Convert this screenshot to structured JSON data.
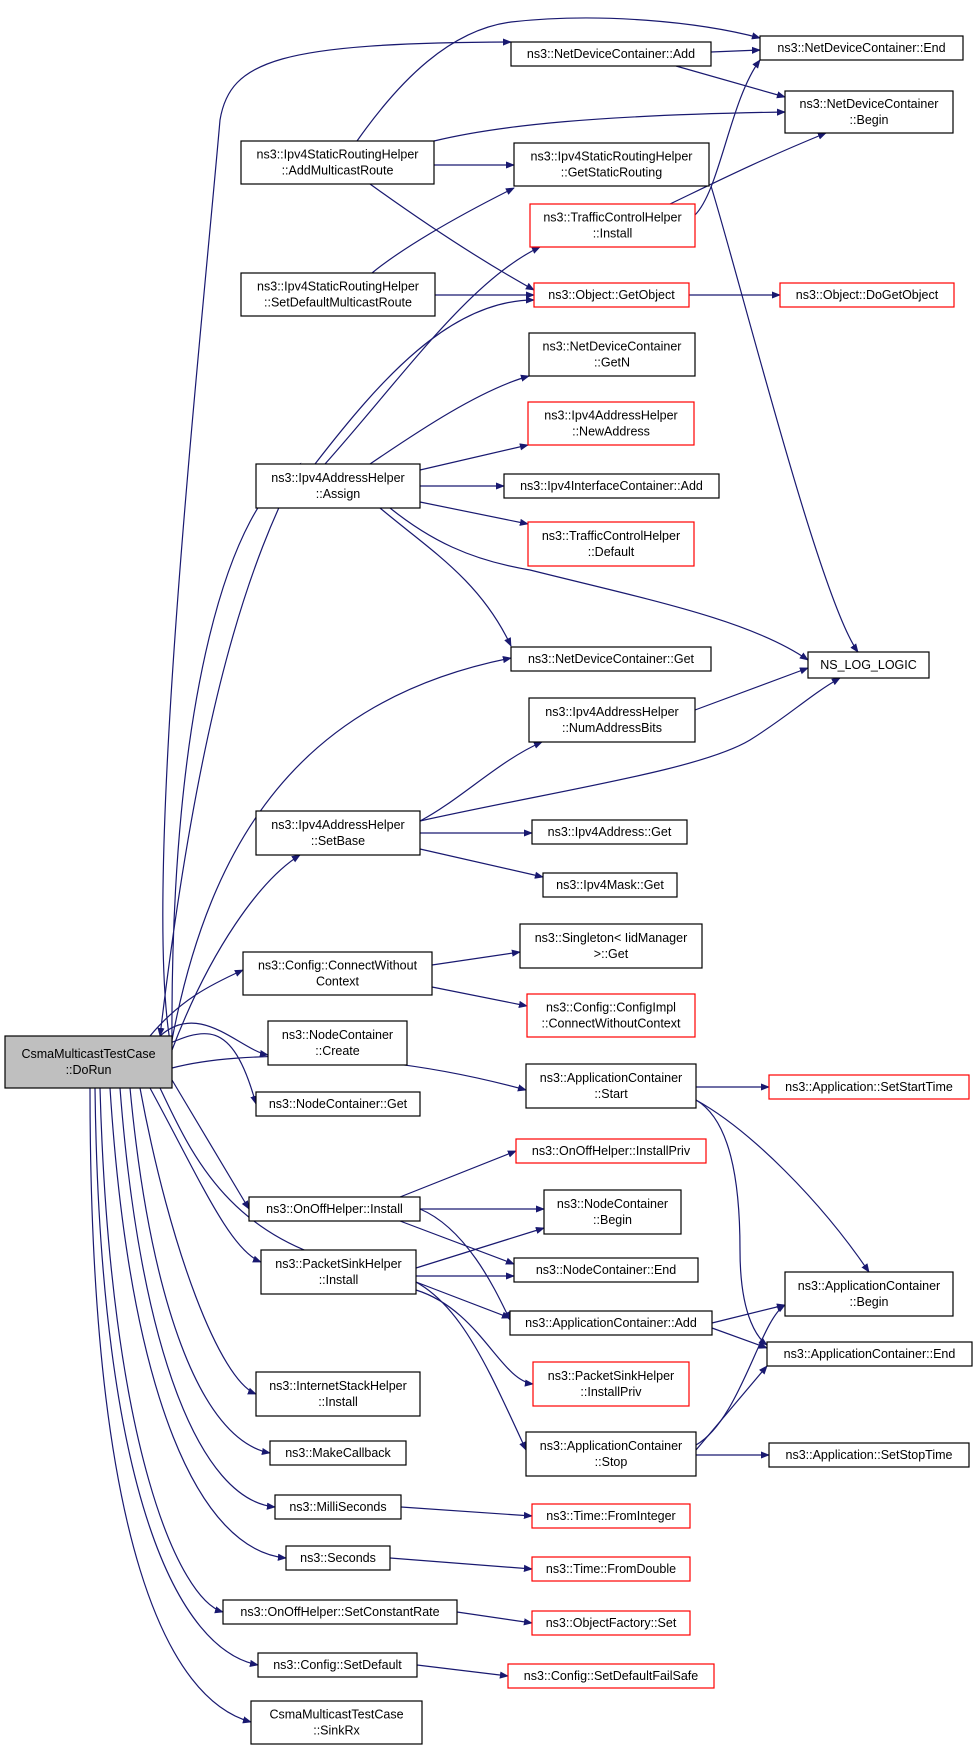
{
  "colors": {
    "edge": "#191970",
    "box_normal": "#000000",
    "box_external": "#ff0000",
    "root_fill": "#bfbfbf",
    "box_fill": "#ffffff"
  },
  "nodes": [
    {
      "id": "root",
      "lines": [
        "CsmaMulticastTestCase",
        "::DoRun"
      ],
      "kind": "root"
    },
    {
      "id": "ndc_add",
      "lines": [
        "ns3::NetDeviceContainer::Add"
      ],
      "kind": "normal"
    },
    {
      "id": "ndc_end",
      "lines": [
        "ns3::NetDeviceContainer::End"
      ],
      "kind": "normal"
    },
    {
      "id": "ndc_begin",
      "lines": [
        "ns3::NetDeviceContainer",
        "::Begin"
      ],
      "kind": "normal"
    },
    {
      "id": "srh_addmc",
      "lines": [
        "ns3::Ipv4StaticRoutingHelper",
        "::AddMulticastRoute"
      ],
      "kind": "normal"
    },
    {
      "id": "srh_getsr",
      "lines": [
        "ns3::Ipv4StaticRoutingHelper",
        "::GetStaticRouting"
      ],
      "kind": "normal"
    },
    {
      "id": "tch_install",
      "lines": [
        "ns3::TrafficControlHelper",
        "::Install"
      ],
      "kind": "external"
    },
    {
      "id": "srh_setdef",
      "lines": [
        "ns3::Ipv4StaticRoutingHelper",
        "::SetDefaultMulticastRoute"
      ],
      "kind": "normal"
    },
    {
      "id": "obj_get",
      "lines": [
        "ns3::Object::GetObject"
      ],
      "kind": "external"
    },
    {
      "id": "obj_doget",
      "lines": [
        "ns3::Object::DoGetObject"
      ],
      "kind": "external"
    },
    {
      "id": "ndc_getn",
      "lines": [
        "ns3::NetDeviceContainer",
        "::GetN"
      ],
      "kind": "normal"
    },
    {
      "id": "iah_newaddr",
      "lines": [
        "ns3::Ipv4AddressHelper",
        "::NewAddress"
      ],
      "kind": "external"
    },
    {
      "id": "iah_assign",
      "lines": [
        "ns3::Ipv4AddressHelper",
        "::Assign"
      ],
      "kind": "normal"
    },
    {
      "id": "iic_add",
      "lines": [
        "ns3::Ipv4InterfaceContainer::Add"
      ],
      "kind": "normal"
    },
    {
      "id": "tch_default",
      "lines": [
        "ns3::TrafficControlHelper",
        "::Default"
      ],
      "kind": "external"
    },
    {
      "id": "ndc_get",
      "lines": [
        "ns3::NetDeviceContainer::Get"
      ],
      "kind": "normal"
    },
    {
      "id": "ns_log",
      "lines": [
        "NS_LOG_LOGIC"
      ],
      "kind": "normal"
    },
    {
      "id": "iah_numbits",
      "lines": [
        "ns3::Ipv4AddressHelper",
        "::NumAddressBits"
      ],
      "kind": "normal"
    },
    {
      "id": "iah_setbase",
      "lines": [
        "ns3::Ipv4AddressHelper",
        "::SetBase"
      ],
      "kind": "normal"
    },
    {
      "id": "ia_get",
      "lines": [
        "ns3::Ipv4Address::Get"
      ],
      "kind": "normal"
    },
    {
      "id": "im_get",
      "lines": [
        "ns3::Ipv4Mask::Get"
      ],
      "kind": "normal"
    },
    {
      "id": "cfg_cwc",
      "lines": [
        "ns3::Config::ConnectWithout",
        "Context"
      ],
      "kind": "normal"
    },
    {
      "id": "singleton",
      "lines": [
        "ns3::Singleton< IidManager",
        ">::Get"
      ],
      "kind": "normal"
    },
    {
      "id": "cfgimpl_cwc",
      "lines": [
        "ns3::Config::ConfigImpl",
        "::ConnectWithoutContext"
      ],
      "kind": "external"
    },
    {
      "id": "nc_create",
      "lines": [
        "ns3::NodeContainer",
        "::Create"
      ],
      "kind": "normal"
    },
    {
      "id": "ac_start",
      "lines": [
        "ns3::ApplicationContainer",
        "::Start"
      ],
      "kind": "normal"
    },
    {
      "id": "app_setstart",
      "lines": [
        "ns3::Application::SetStartTime"
      ],
      "kind": "external"
    },
    {
      "id": "nc_get",
      "lines": [
        "ns3::NodeContainer::Get"
      ],
      "kind": "normal"
    },
    {
      "id": "ooh_installpriv",
      "lines": [
        "ns3::OnOffHelper::InstallPriv"
      ],
      "kind": "external"
    },
    {
      "id": "ooh_install",
      "lines": [
        "ns3::OnOffHelper::Install"
      ],
      "kind": "normal"
    },
    {
      "id": "nc_begin",
      "lines": [
        "ns3::NodeContainer",
        "::Begin"
      ],
      "kind": "normal"
    },
    {
      "id": "psh_install",
      "lines": [
        "ns3::PacketSinkHelper",
        "::Install"
      ],
      "kind": "normal"
    },
    {
      "id": "nc_end",
      "lines": [
        "ns3::NodeContainer::End"
      ],
      "kind": "normal"
    },
    {
      "id": "ac_begin",
      "lines": [
        "ns3::ApplicationContainer",
        "::Begin"
      ],
      "kind": "normal"
    },
    {
      "id": "ac_add",
      "lines": [
        "ns3::ApplicationContainer::Add"
      ],
      "kind": "normal"
    },
    {
      "id": "ac_end",
      "lines": [
        "ns3::ApplicationContainer::End"
      ],
      "kind": "normal"
    },
    {
      "id": "psh_installpriv",
      "lines": [
        "ns3::PacketSinkHelper",
        "::InstallPriv"
      ],
      "kind": "external"
    },
    {
      "id": "ish_install",
      "lines": [
        "ns3::InternetStackHelper",
        "::Install"
      ],
      "kind": "normal"
    },
    {
      "id": "ac_stop",
      "lines": [
        "ns3::ApplicationContainer",
        "::Stop"
      ],
      "kind": "normal"
    },
    {
      "id": "app_setstop",
      "lines": [
        "ns3::Application::SetStopTime"
      ],
      "kind": "normal"
    },
    {
      "id": "makecb",
      "lines": [
        "ns3::MakeCallback"
      ],
      "kind": "normal"
    },
    {
      "id": "millis",
      "lines": [
        "ns3::MilliSeconds"
      ],
      "kind": "normal"
    },
    {
      "id": "time_fromint",
      "lines": [
        "ns3::Time::FromInteger"
      ],
      "kind": "external"
    },
    {
      "id": "seconds",
      "lines": [
        "ns3::Seconds"
      ],
      "kind": "normal"
    },
    {
      "id": "time_fromdbl",
      "lines": [
        "ns3::Time::FromDouble"
      ],
      "kind": "external"
    },
    {
      "id": "ooh_setcr",
      "lines": [
        "ns3::OnOffHelper::SetConstantRate"
      ],
      "kind": "normal"
    },
    {
      "id": "of_set",
      "lines": [
        "ns3::ObjectFactory::Set"
      ],
      "kind": "external"
    },
    {
      "id": "cfg_setdef",
      "lines": [
        "ns3::Config::SetDefault"
      ],
      "kind": "normal"
    },
    {
      "id": "cfg_setdeffs",
      "lines": [
        "ns3::Config::SetDefaultFailSafe"
      ],
      "kind": "external"
    },
    {
      "id": "cmtc_sinkrx",
      "lines": [
        "CsmaMulticastTestCase",
        "::SinkRx"
      ],
      "kind": "normal"
    }
  ]
}
